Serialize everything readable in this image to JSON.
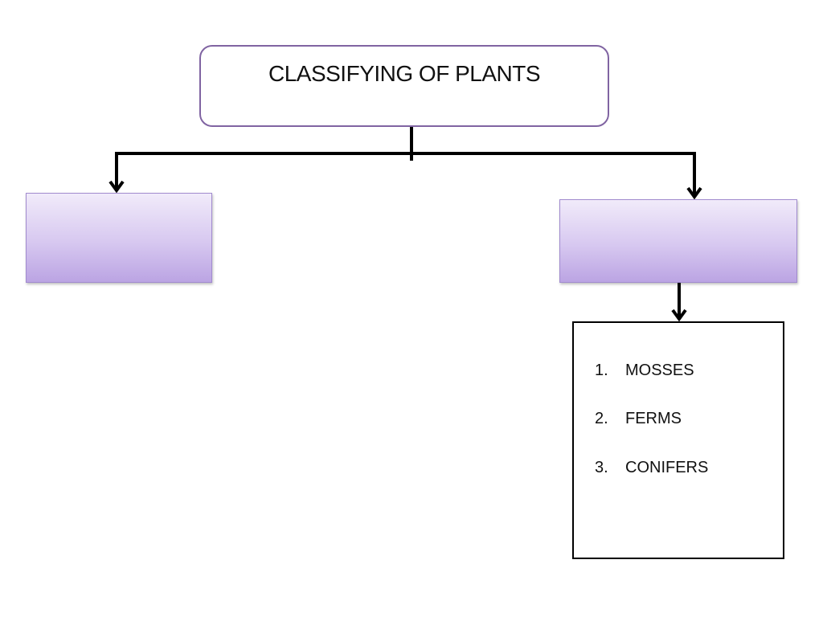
{
  "diagram": {
    "title": "CLASSIFYING OF PLANTS",
    "left_box_label": "",
    "right_box_label": "",
    "list_items": [
      {
        "number": "1.",
        "label": "MOSSES"
      },
      {
        "number": "2.",
        "label": "FERMS"
      },
      {
        "number": "3.",
        "label": "CONIFERS"
      }
    ],
    "colors": {
      "title_border": "#8064a2",
      "box_fill_top": "#f1ebfa",
      "box_fill_bottom": "#bba4e3",
      "connector": "#000000"
    }
  }
}
